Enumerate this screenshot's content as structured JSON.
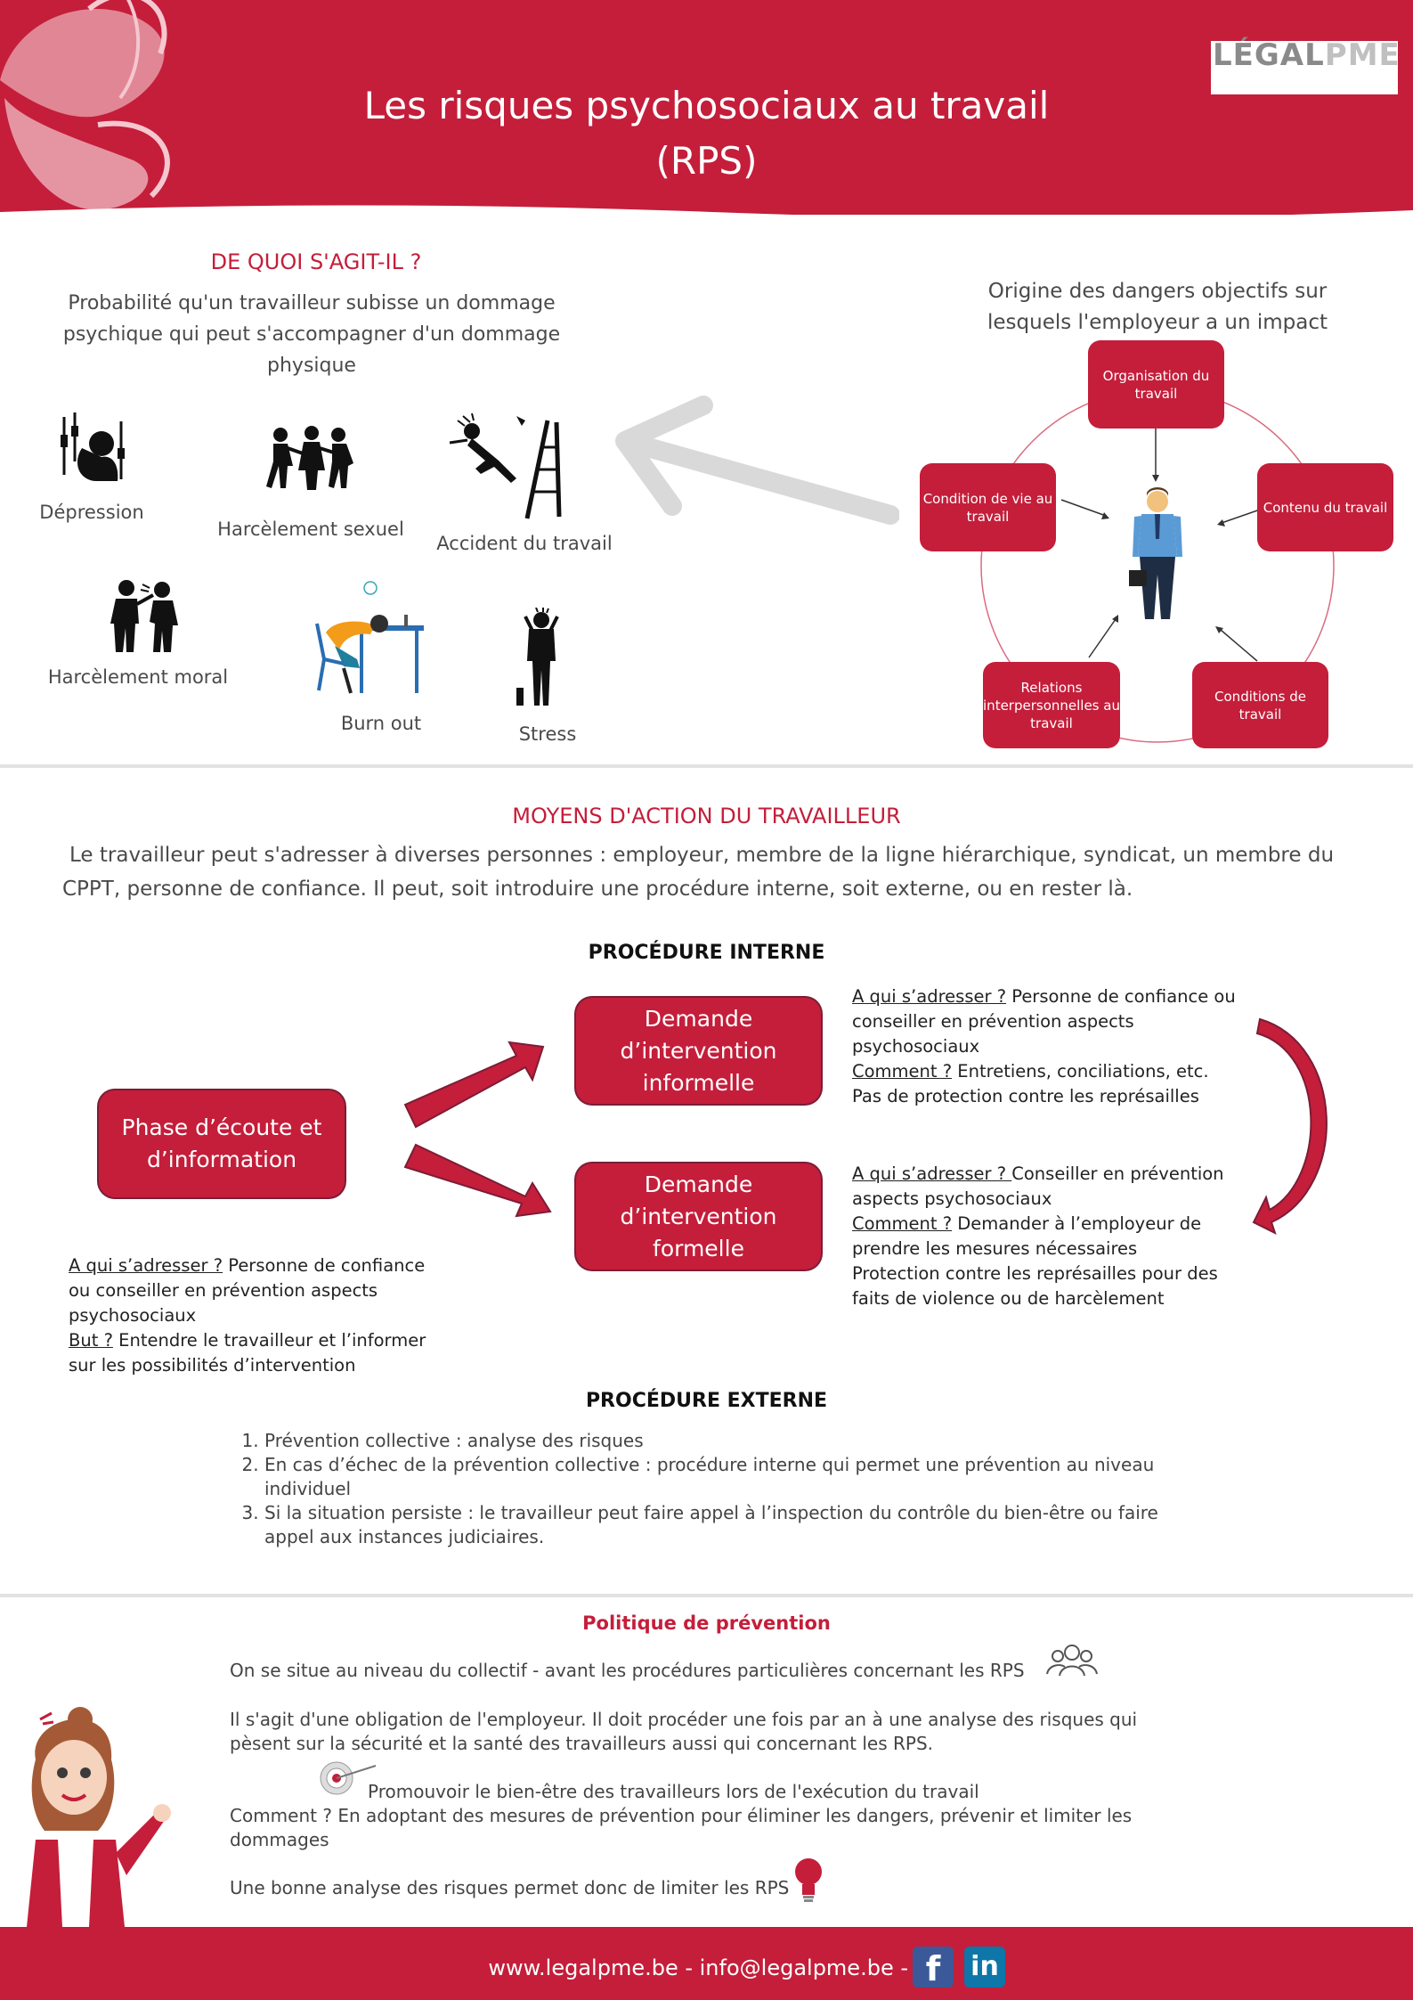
{
  "header": {
    "title_line1": "Les risques psychosociaux au travail",
    "title_line2": "(RPS)",
    "logo_part1": "LÉGAL",
    "logo_part2": "PME"
  },
  "section1": {
    "heading": "DE QUOI S'AGIT-IL ?",
    "definition": "Probabilité qu'un travailleur subisse un dommage psychique qui peut s'accompagner d'un dommage physique",
    "risks": [
      {
        "label": "Dépression",
        "icon": "depression-icon"
      },
      {
        "label": "Harcèlement sexuel",
        "icon": "sexual-harassment-icon"
      },
      {
        "label": "Accident du travail",
        "icon": "work-accident-icon"
      },
      {
        "label": "Harcèlement moral",
        "icon": "moral-harassment-icon"
      },
      {
        "label": "Burn out",
        "icon": "burnout-icon"
      },
      {
        "label": "Stress",
        "icon": "stress-icon"
      }
    ],
    "origin_title": "Origine des dangers objectifs sur lesquels l'employeur a un impact",
    "origins": [
      "Organisation du travail",
      "Contenu du travail",
      "Conditions de travail",
      "Relations interpersonnelles au travail",
      "Condition de vie au travail"
    ]
  },
  "section2": {
    "heading": "MOYENS D'ACTION DU TRAVAILLEUR",
    "intro": "Le travailleur peut s'adresser à diverses personnes : employeur, membre de la ligne hiérarchique, syndicat, un membre du CPPT, personne de confiance. Il peut, soit introduire une procédure interne, soit externe, ou en rester là.",
    "internal": {
      "title": "PROCÉDURE INTERNE",
      "phase_box": "Phase d’écoute et d’information",
      "informal_box": "Demande d’intervention informelle",
      "formal_box": "Demande d’intervention formelle",
      "phase_note": {
        "q1": "A qui s’adresser ?",
        "a1": "Personne de confiance ou conseiller en prévention aspects psychosociaux",
        "q2": "But ?",
        "a2": "Entendre le travailleur et l’informer sur les possibilités d’intervention"
      },
      "informal_note": {
        "q1": "A qui s’adresser ?",
        "a1": "Personne de confiance ou conseiller en prévention aspects psychosociaux",
        "q2": "Comment ?",
        "a2": "Entretiens, conciliations, etc.",
        "a3": "Pas de protection contre les représailles"
      },
      "formal_note": {
        "q1": "A qui s’adresser ? ",
        "a1": "Conseiller en prévention aspects psychosociaux",
        "q2": "Comment ?",
        "a2": "Demander à l’employeur de prendre les mesures nécessaires",
        "a3": "Protection contre les représailles pour des faits de violence ou de harcèlement"
      }
    },
    "external": {
      "title": "PROCÉDURE EXTERNE",
      "steps": [
        "Prévention collective : analyse des risques",
        "En cas d’échec de la prévention collective : procédure interne qui permet une prévention au niveau individuel",
        "Si la situation persiste :  le travailleur peut faire appel à l’inspection du contrôle du bien-être ou faire appel aux instances judiciaires."
      ]
    }
  },
  "section3": {
    "heading": "Politique de prévention",
    "p1": "On se situe au niveau du collectif  - avant les procédures particulières concernant les RPS",
    "p2": "Il s'agit d'une obligation de l'employeur. Il doit procéder une fois par an à une analyse des risques qui pèsent sur la sécurité et la santé des travailleurs aussi qui concernant les RPS.",
    "p3": "Promouvoir le bien-être des travailleurs lors de l'exécution du travail",
    "p4": "Comment  ? En adoptant des mesures de prévention pour éliminer les dangers, prévenir et limiter les dommages",
    "p5": "Une bonne analyse des risques permet donc de limiter les RPS"
  },
  "footer": {
    "contact": "www.legalpme.be - info@legalpme.be -"
  },
  "colors": {
    "accent": "#c41e3a",
    "dark_border": "#7c1c36",
    "gray_arrow": "#d9d9d9"
  }
}
